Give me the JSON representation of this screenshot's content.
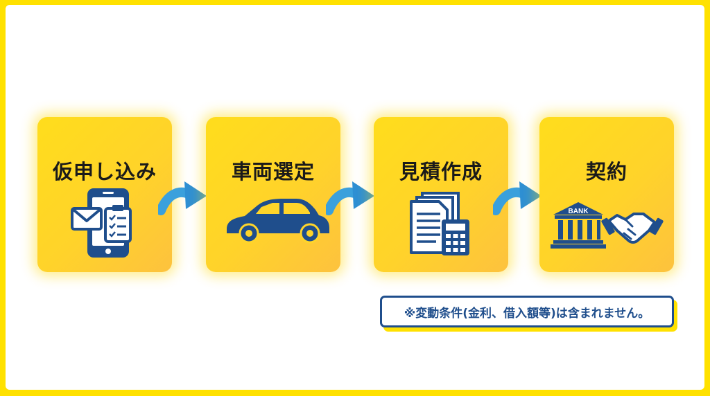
{
  "steps": [
    {
      "label": "仮申し込み",
      "icon": "phone-mail-checklist-icon"
    },
    {
      "label": "車両選定",
      "icon": "car-icon"
    },
    {
      "label": "見積作成",
      "icon": "documents-calculator-icon"
    },
    {
      "label": "契約",
      "icon": "bank-handshake-icon"
    }
  ],
  "bank_sign": "BANK",
  "note": "※変動条件(金利、借入額等)は含まれません。",
  "colors": {
    "background": "#FFE100",
    "card": "#FFD52A",
    "icon_blue": "#1F4E8C",
    "arrow_blue": "#3AA0DC"
  }
}
